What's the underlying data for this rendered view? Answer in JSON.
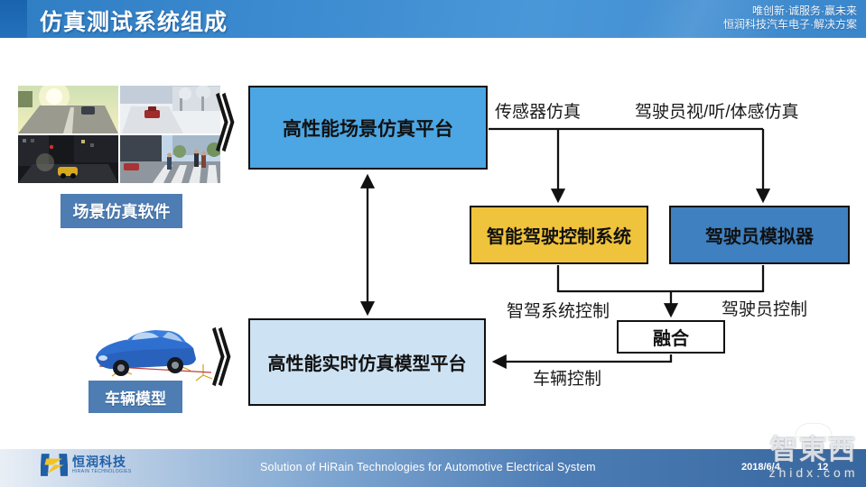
{
  "header": {
    "title": "仿真测试系统组成",
    "tagline_line1": "唯创新·诚服务·赢未来",
    "tagline_line2": "恒润科技汽车电子·解决方案"
  },
  "diagram": {
    "scene_platform": "高性能场景仿真平台",
    "realtime_platform": "高性能实时仿真模型平台",
    "intelligent_driving": "智能驾驶控制系统",
    "driver_simulator": "驾驶员模拟器",
    "fusion": "融合",
    "scene_software_label": "场景仿真软件",
    "vehicle_model_label": "车辆模型",
    "chevron": "》",
    "labels": {
      "sensor_sim": "传感器仿真",
      "driver_sensory_sim": "驾驶员视/听/体感仿真",
      "ids_control": "智驾系统控制",
      "driver_control": "驾驶员控制",
      "vehicle_control": "车辆控制"
    }
  },
  "footer": {
    "logo_cn": "恒润科技",
    "logo_en": "HIRAIN TECHNOLOGIES",
    "solution_text": "Solution of HiRain Technologies for Automotive Electrical System",
    "date": "2018/6/4",
    "page": "12"
  },
  "watermark": {
    "logo": "智東西",
    "domain": "zhidx.com"
  },
  "colors": {
    "header_blue": "#3d8bd0",
    "header_dark_strip": "#1a63ae",
    "scene_box_blue": "#4ba6e3",
    "ids_box_yellow": "#f0c33c",
    "driver_box_blue": "#3e80c0",
    "realtime_box_pale": "#cde2f2",
    "label_steel_blue": "#4d7db3",
    "footer_blue": "#38679f"
  }
}
